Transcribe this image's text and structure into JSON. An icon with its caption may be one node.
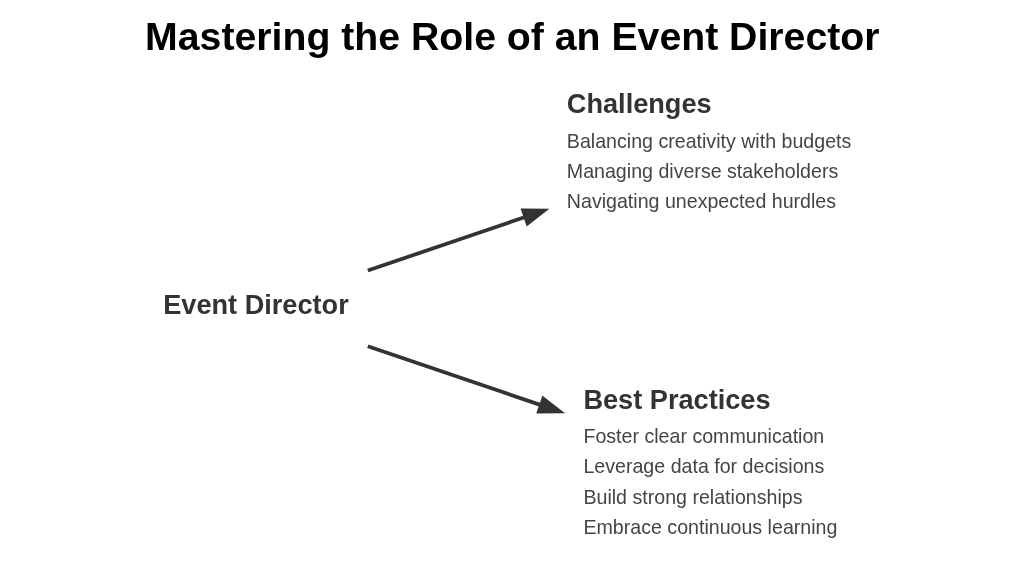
{
  "diagram": {
    "title": "Mastering the Role of an Event Director",
    "nodes": [
      {
        "text": [
          "Event Director"
        ]
      },
      {
        "text": [
          "Challenges",
          "Balancing creativity with budgets",
          "Managing diverse stakeholders",
          "Navigating unexpected hurdles"
        ]
      },
      {
        "text": [
          "Best Practices",
          "Foster clear communication",
          "Leverage data for decisions",
          "Build strong relationships",
          "Embrace continuous learning"
        ]
      }
    ],
    "edges": [
      {
        "from": 0,
        "to": 1,
        "arrow": "to"
      },
      {
        "from": 0,
        "to": 2,
        "arrow": "to"
      }
    ]
  }
}
